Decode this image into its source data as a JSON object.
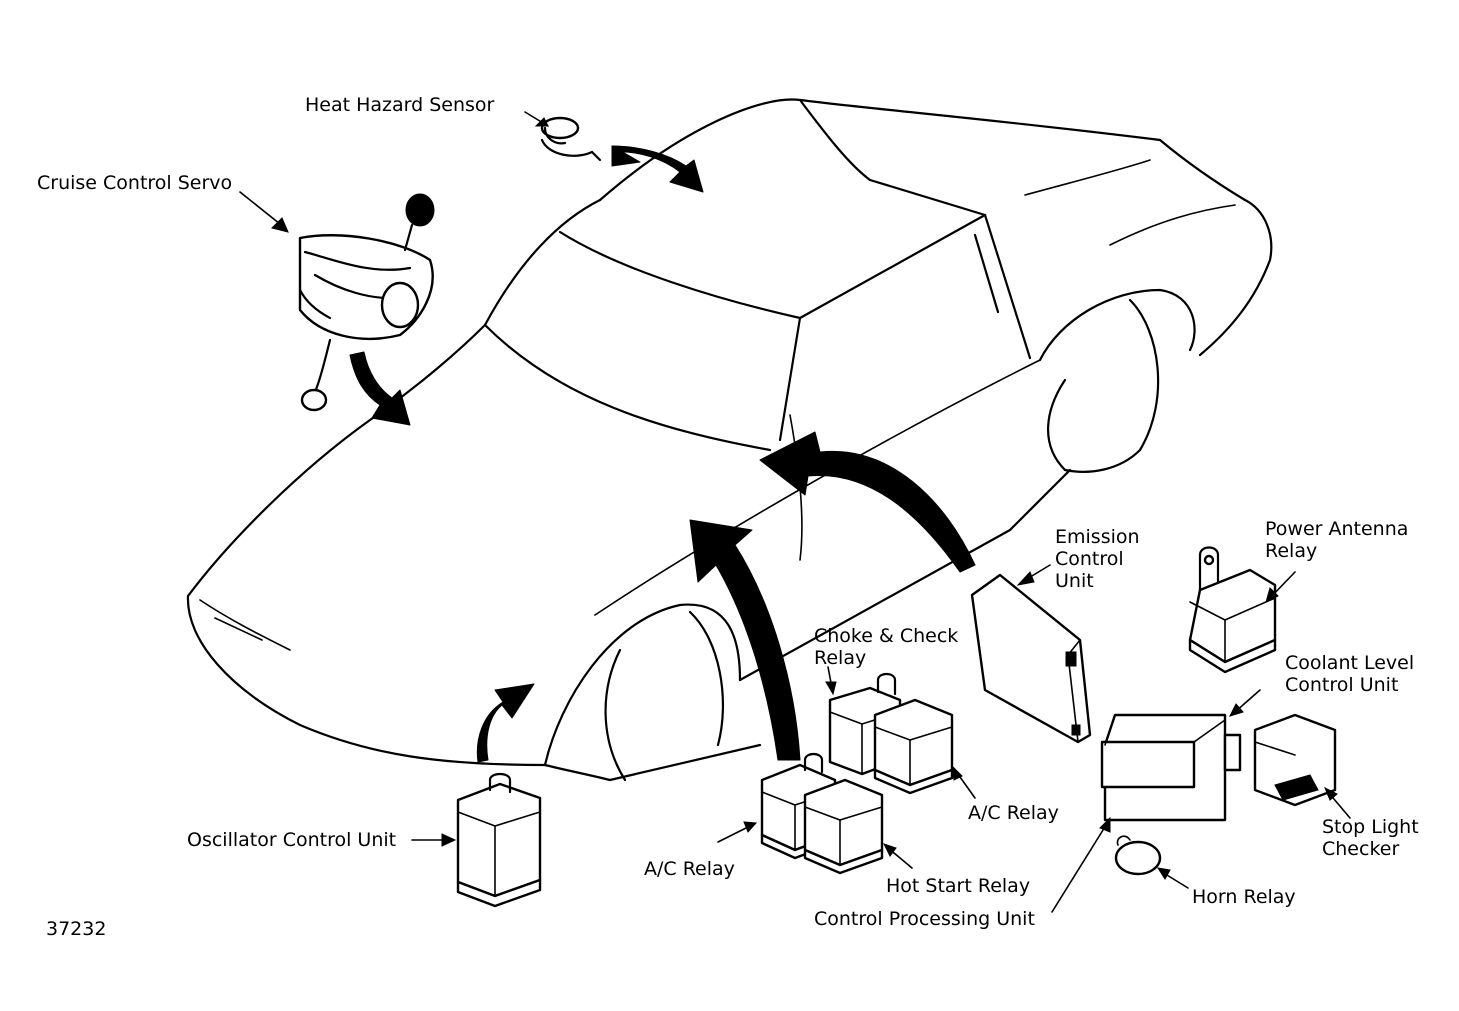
{
  "labels": {
    "heat_hazard_sensor": "Heat Hazard Sensor",
    "cruise_control_servo": "Cruise Control Servo",
    "emission_control_unit": [
      "Emission",
      "Control",
      "Unit"
    ],
    "power_antenna_relay": [
      "Power Antenna",
      "Relay"
    ],
    "choke_check_relay": [
      "Choke & Check",
      "Relay"
    ],
    "coolant_level_control_unit": [
      "Coolant Level",
      "Control Unit"
    ],
    "ac_relay_right": "A/C Relay",
    "stop_light_checker": [
      "Stop Light",
      "Checker"
    ],
    "oscillator_control_unit": "Oscillator Control Unit",
    "ac_relay_left": "A/C Relay",
    "hot_start_relay": "Hot Start Relay",
    "horn_relay": "Horn Relay",
    "control_processing_unit": "Control Processing Unit",
    "figure_number": "37232"
  },
  "colors": {
    "ink": "#000000",
    "background": "#ffffff"
  }
}
